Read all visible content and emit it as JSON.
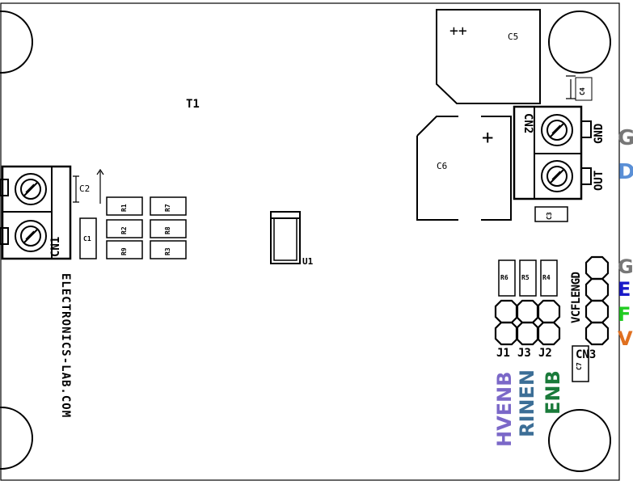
{
  "components": {
    "t1": "T1",
    "c5": "C5",
    "c5_polarity": "++",
    "c6": "C6",
    "c6_polarity": "+",
    "c4": "C4",
    "c3": "C3",
    "c2": "C2",
    "c1": "C1",
    "c7": "C7",
    "u1": "U1",
    "cn1": "CN1",
    "cn2": "CN2",
    "cn3": "CN3",
    "r1": "R1",
    "r2": "R2",
    "r3": "R3",
    "r4": "R4",
    "r5": "R5",
    "r6": "R6",
    "r7": "R7",
    "r8": "R8",
    "r9": "R9",
    "j1": "J1",
    "j2": "J2",
    "j3": "J3"
  },
  "pins": {
    "gnd": "GND",
    "out": "OUT",
    "cn3_pins": "VCFLENGD"
  },
  "jumper_labels": {
    "hvenb": "HVENB",
    "rinen": "RINEN",
    "enb": "ENB"
  },
  "website": "ELECTRONICS-LAB.COM",
  "side_letters": {
    "g_top": "G",
    "d": "D",
    "g_bottom": "G",
    "e": "E",
    "f": "F",
    "v": "V"
  },
  "colors": {
    "hvenb": "#7b68c8",
    "rinen": "#3c6e96",
    "enb": "#1a7a3a",
    "g": "#777777",
    "d": "#5a8fd6",
    "e": "#1a1ac8",
    "f": "#22cc22",
    "v": "#e07020"
  }
}
